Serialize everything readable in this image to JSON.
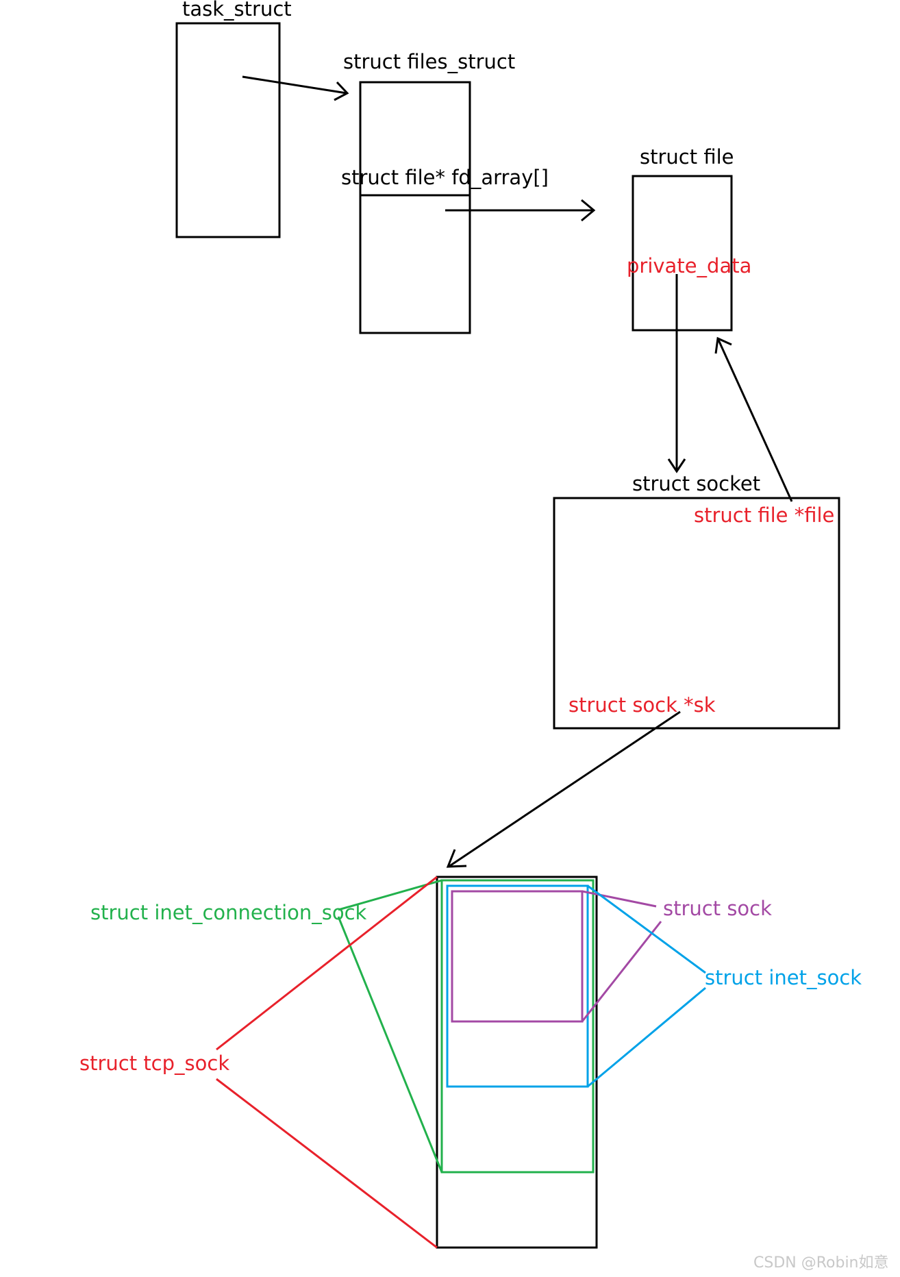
{
  "labels": {
    "task_struct": "task_struct",
    "files_struct": "struct files_struct",
    "fd_array": "struct file* fd_array[]",
    "file": "struct file",
    "private_data": "private_data",
    "socket": "struct socket",
    "socket_file": "struct file *file",
    "socket_sk": "struct sock *sk",
    "inet_connection_sock": "struct inet_connection_sock",
    "sock": "struct sock",
    "inet_sock": "struct inet_sock",
    "tcp_sock": "struct tcp_sock"
  },
  "watermark": "CSDN @Robin如意",
  "colors": {
    "black": "#000000",
    "red": "#e8212b",
    "green": "#22b14c",
    "purple": "#a349a4",
    "blue": "#00a2e8"
  }
}
